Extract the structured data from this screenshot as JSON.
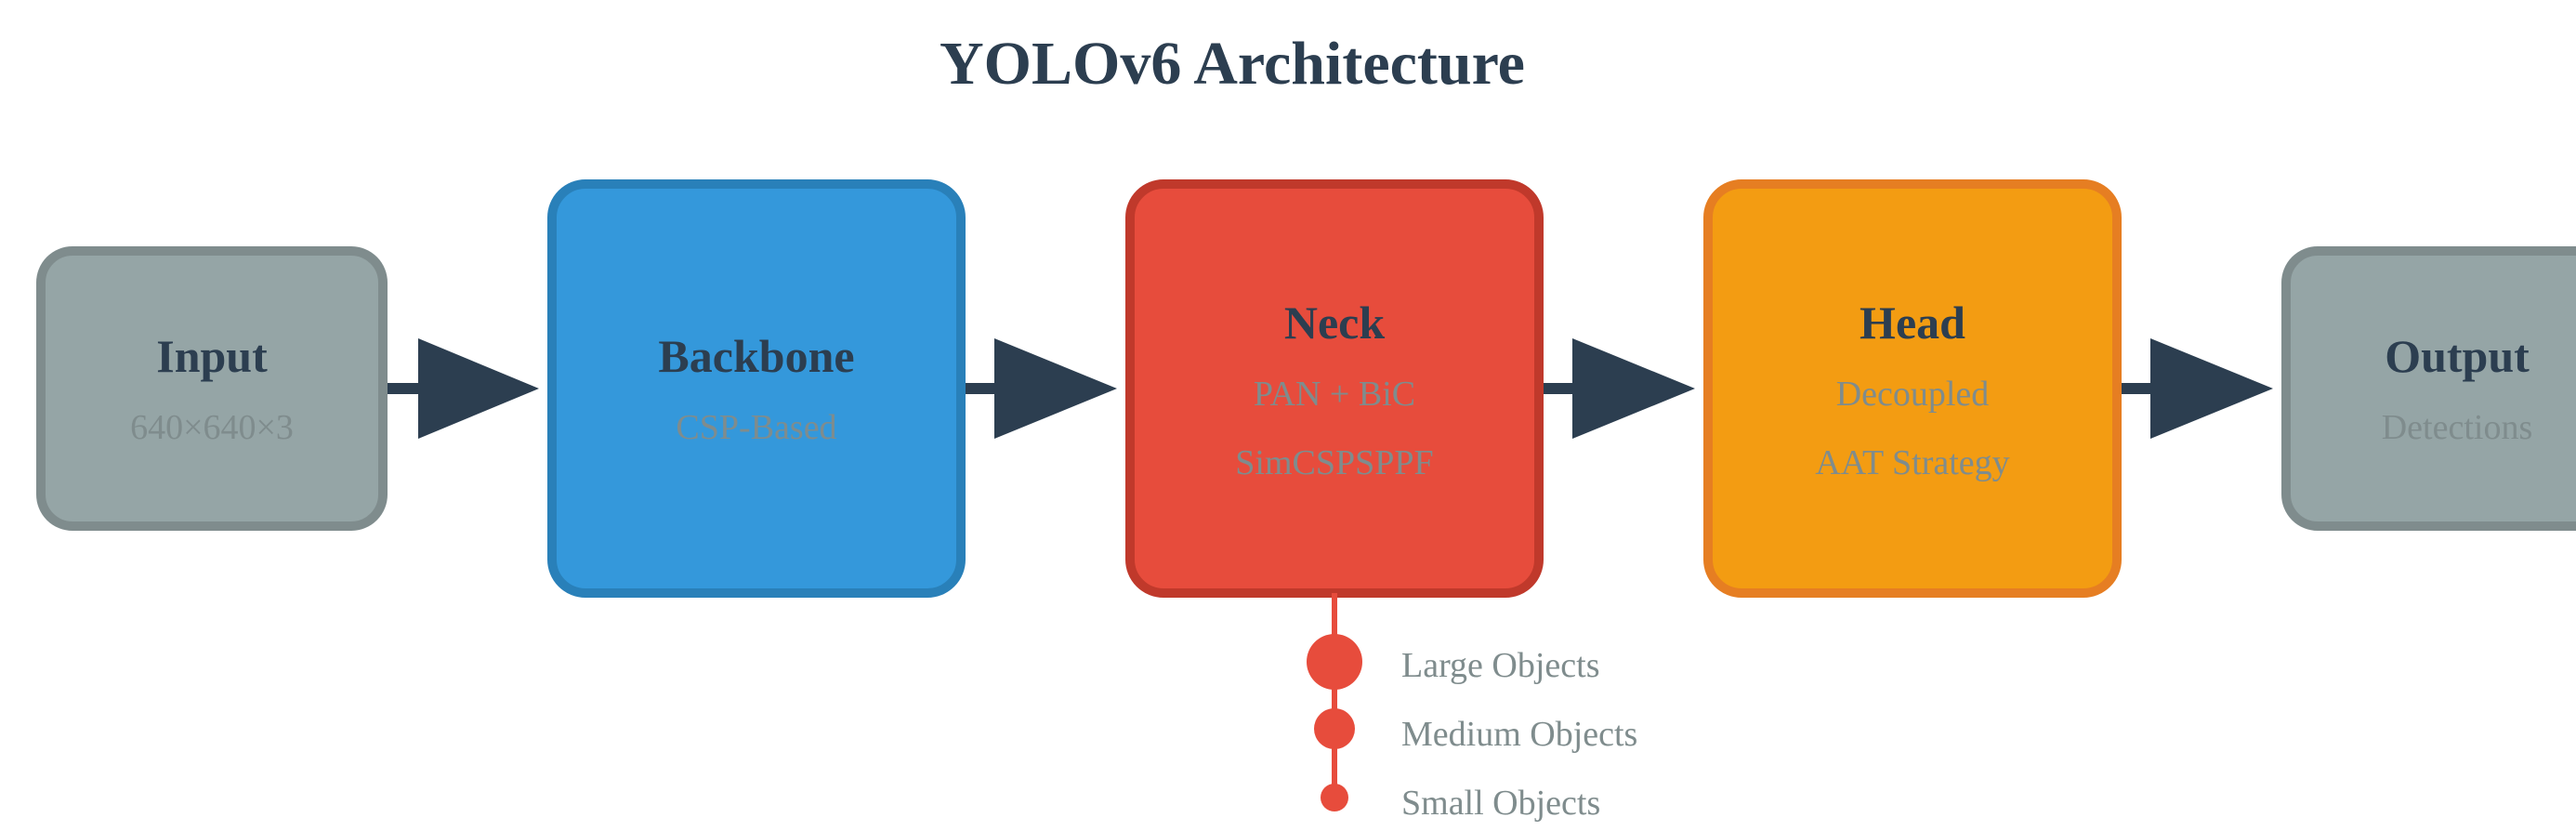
{
  "title": "YOLOv6 Architecture",
  "colors": {
    "text_dark": "#2c3e50",
    "text_muted": "#7f8c8d",
    "arrow": "#2c3e50",
    "input_fill": "#95a5a6",
    "input_stroke": "#7f8c8d",
    "backbone_fill": "#3498db",
    "backbone_stroke": "#2980b9",
    "neck_fill": "#e74c3c",
    "neck_stroke": "#c0392b",
    "head_fill": "#f39c12",
    "head_stroke": "#e67e22"
  },
  "blocks": {
    "input": {
      "title": "Input",
      "lines": [
        "640×640×3"
      ]
    },
    "backbone": {
      "title": "Backbone",
      "lines": [
        "CSP-Based"
      ]
    },
    "neck": {
      "title": "Neck",
      "lines": [
        "PAN + BiC",
        "SimCSPSPPF"
      ]
    },
    "head": {
      "title": "Head",
      "lines": [
        "Decoupled",
        "AAT Strategy"
      ]
    },
    "output": {
      "title": "Output",
      "lines": [
        "Detections"
      ]
    }
  },
  "scales": [
    "Large Objects",
    "Medium Objects",
    "Small Objects"
  ]
}
